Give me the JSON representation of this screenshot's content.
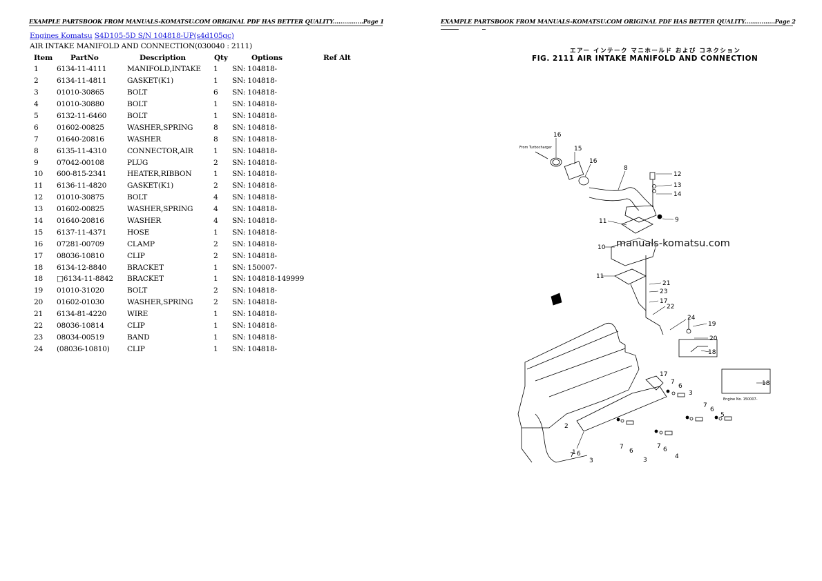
{
  "pages": [
    {
      "header": "EXAMPLE PARTSBOOK FROM MANUALS-KOMATSU.COM ORIGINAL PDF HAS BETTER QUALITY................Page 1",
      "breadcrumb": [
        {
          "label": "Engines Komatsu"
        },
        {
          "label": "S4D105-5D S/N 104818-UP(s4d105gc)"
        }
      ],
      "section_title": "AIR INTAKE MANIFOLD AND CONNECTION(030040 : 2111)",
      "table": {
        "columns": [
          "Item",
          "PartNo",
          "Description",
          "Qty",
          "Options",
          "Ref Alt"
        ],
        "rows": [
          {
            "item": "1",
            "part": "6134-11-4111",
            "desc": "MANIFOLD,INTAKE",
            "qty": "1",
            "opt": "SN: 104818-",
            "ref": ""
          },
          {
            "item": "2",
            "part": "6134-11-4811",
            "desc": "GASKET(K1)",
            "qty": "1",
            "opt": "SN: 104818-",
            "ref": ""
          },
          {
            "item": "3",
            "part": "01010-30865",
            "desc": "BOLT",
            "qty": "6",
            "opt": "SN: 104818-",
            "ref": ""
          },
          {
            "item": "4",
            "part": "01010-30880",
            "desc": "BOLT",
            "qty": "1",
            "opt": "SN: 104818-",
            "ref": ""
          },
          {
            "item": "5",
            "part": "6132-11-6460",
            "desc": "BOLT",
            "qty": "1",
            "opt": "SN: 104818-",
            "ref": ""
          },
          {
            "item": "6",
            "part": "01602-00825",
            "desc": "WASHER,SPRING",
            "qty": "8",
            "opt": "SN: 104818-",
            "ref": ""
          },
          {
            "item": "7",
            "part": "01640-20816",
            "desc": "WASHER",
            "qty": "8",
            "opt": "SN: 104818-",
            "ref": ""
          },
          {
            "item": "8",
            "part": "6135-11-4310",
            "desc": "CONNECTOR,AIR",
            "qty": "1",
            "opt": "SN: 104818-",
            "ref": ""
          },
          {
            "item": "9",
            "part": "07042-00108",
            "desc": "PLUG",
            "qty": "2",
            "opt": "SN: 104818-",
            "ref": ""
          },
          {
            "item": "10",
            "part": "600-815-2341",
            "desc": "HEATER,RIBBON",
            "qty": "1",
            "opt": "SN: 104818-",
            "ref": ""
          },
          {
            "item": "11",
            "part": "6136-11-4820",
            "desc": "GASKET(K1)",
            "qty": "2",
            "opt": "SN: 104818-",
            "ref": ""
          },
          {
            "item": "12",
            "part": "01010-30875",
            "desc": "BOLT",
            "qty": "4",
            "opt": "SN: 104818-",
            "ref": ""
          },
          {
            "item": "13",
            "part": "01602-00825",
            "desc": "WASHER,SPRING",
            "qty": "4",
            "opt": "SN: 104818-",
            "ref": ""
          },
          {
            "item": "14",
            "part": "01640-20816",
            "desc": "WASHER",
            "qty": "4",
            "opt": "SN: 104818-",
            "ref": ""
          },
          {
            "item": "15",
            "part": "6137-11-4371",
            "desc": "HOSE",
            "qty": "1",
            "opt": "SN: 104818-",
            "ref": ""
          },
          {
            "item": "16",
            "part": "07281-00709",
            "desc": "CLAMP",
            "qty": "2",
            "opt": "SN: 104818-",
            "ref": ""
          },
          {
            "item": "17",
            "part": "08036-10810",
            "desc": "CLIP",
            "qty": "2",
            "opt": "SN: 104818-",
            "ref": ""
          },
          {
            "item": "18",
            "part": "6134-12-8840",
            "desc": "BRACKET",
            "qty": "1",
            "opt": "SN: 150007-",
            "ref": ""
          },
          {
            "item": "18",
            "part": "□6134-11-8842",
            "desc": "BRACKET",
            "qty": "1",
            "opt": "SN: 104818-149999",
            "ref": ""
          },
          {
            "item": "19",
            "part": "01010-31020",
            "desc": "BOLT",
            "qty": "2",
            "opt": "SN: 104818-",
            "ref": ""
          },
          {
            "item": "20",
            "part": "01602-01030",
            "desc": "WASHER,SPRING",
            "qty": "2",
            "opt": "SN: 104818-",
            "ref": ""
          },
          {
            "item": "21",
            "part": "6134-81-4220",
            "desc": "WIRE",
            "qty": "1",
            "opt": "SN: 104818-",
            "ref": ""
          },
          {
            "item": "22",
            "part": "08036-10814",
            "desc": "CLIP",
            "qty": "1",
            "opt": "SN: 104818-",
            "ref": ""
          },
          {
            "item": "23",
            "part": "08034-00519",
            "desc": "BAND",
            "qty": "1",
            "opt": "SN: 104818-",
            "ref": ""
          },
          {
            "item": "24",
            "part": "(08036-10810)",
            "desc": "CLIP",
            "qty": "1",
            "opt": "SN: 104818-",
            "ref": ""
          }
        ]
      }
    },
    {
      "header": "EXAMPLE PARTSBOOK FROM MANUALS-KOMATSU.COM ORIGINAL PDF HAS BETTER QUALITY................Page 2",
      "figure": {
        "title_jp": "エアー インテーク マニホールド および コネクション",
        "title": "FIG. 2111  AIR INTAKE MANIFOLD AND CONNECTION",
        "watermark": "manuals-komatsu.com",
        "note_from": "From Turbocharger",
        "note_engine": "Engine No. 150007-",
        "callouts": [
          "16",
          "15",
          "16",
          "8",
          "12",
          "13",
          "14",
          "9",
          "11",
          "10",
          "11",
          "21",
          "23",
          "17",
          "22",
          "24",
          "19",
          "20",
          "18",
          "18",
          "17",
          "7",
          "6",
          "3",
          "7",
          "6",
          "5",
          "1",
          "2",
          "7",
          "6",
          "3",
          "7",
          "6",
          "4",
          "6",
          "3"
        ]
      }
    }
  ],
  "colors": {
    "link": "#1a1adb",
    "text": "#000000",
    "background": "#ffffff"
  }
}
